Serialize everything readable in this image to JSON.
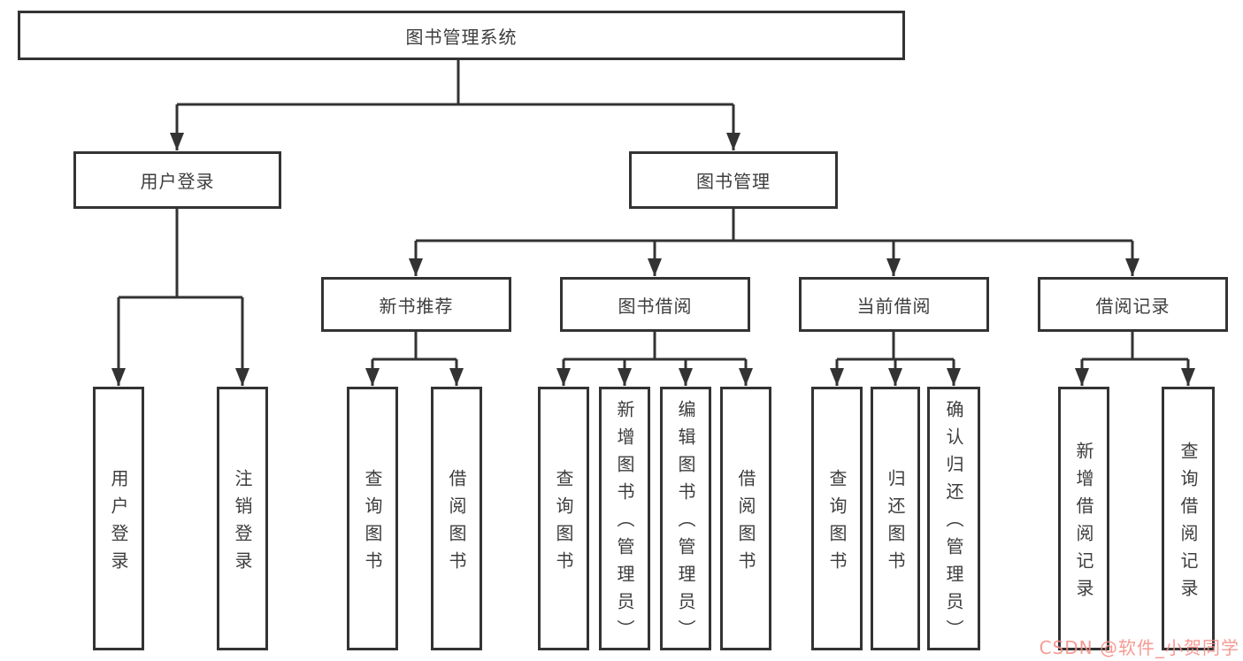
{
  "diagram_title": "图书管理系统",
  "colors": {
    "line": "#333333",
    "box_border": "#333333",
    "text": "#3d3d3d",
    "background": "#ffffff",
    "watermark": "#f48c84"
  },
  "watermark": {
    "text": "CSDN @软件_小贺同学"
  },
  "tree": {
    "label": "图书管理系统",
    "children": [
      {
        "label": "用户登录",
        "children": [
          {
            "label": "用户登录"
          },
          {
            "label": "注销登录"
          }
        ]
      },
      {
        "label": "图书管理",
        "children": [
          {
            "label": "新书推荐",
            "children": [
              {
                "label": "查询图书"
              },
              {
                "label": "借阅图书"
              }
            ]
          },
          {
            "label": "图书借阅",
            "children": [
              {
                "label": "查询图书"
              },
              {
                "label": "新增图书（管理员）"
              },
              {
                "label": "编辑图书（管理员）"
              },
              {
                "label": "借阅图书"
              }
            ]
          },
          {
            "label": "当前借阅",
            "children": [
              {
                "label": "查询图书"
              },
              {
                "label": "归还图书"
              },
              {
                "label": "确认归还（管理员）"
              }
            ]
          },
          {
            "label": "借阅记录",
            "children": [
              {
                "label": "新增借阅记录"
              },
              {
                "label": "查询借阅记录"
              }
            ]
          }
        ]
      }
    ]
  }
}
